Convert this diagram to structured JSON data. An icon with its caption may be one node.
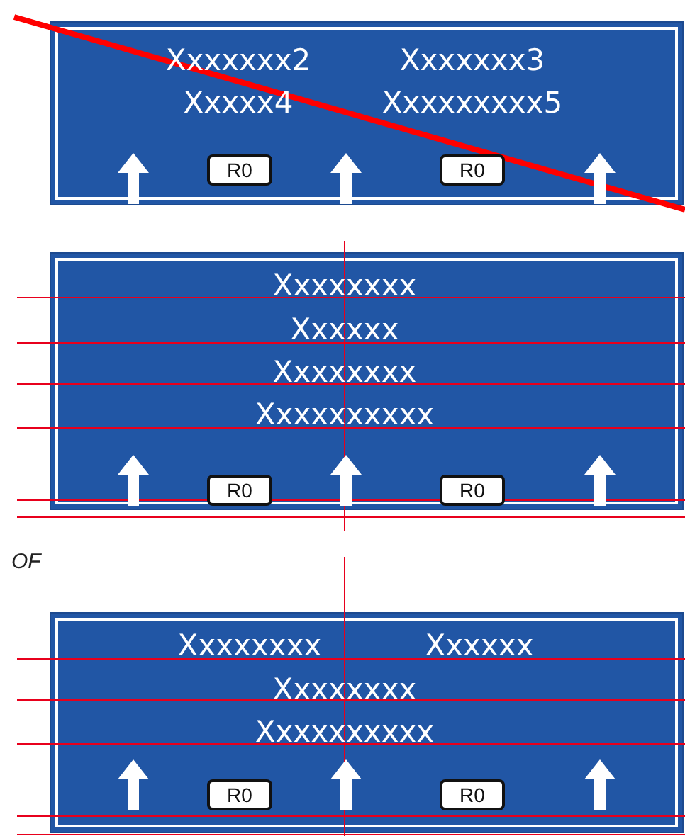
{
  "diagram": {
    "nodes": [
      {
        "text": [
          "Xxxxxxx2",
          "Xxxxxxx3",
          "Xxxxx4",
          "Xxxxxxxxx5"
        ]
      },
      {
        "text": [
          "R0"
        ],
        "in": 0
      },
      {
        "text": [
          "R0"
        ],
        "in": 0
      },
      {
        "text": [
          "Xxxxxxxx",
          "Xxxxxx",
          "Xxxxxxxx",
          "Xxxxxxxxxx"
        ]
      },
      {
        "text": [
          "R0"
        ],
        "in": 3
      },
      {
        "text": [
          "R0"
        ],
        "in": 3
      },
      {
        "text": [
          "Xxxxxxxx",
          "Xxxxxx",
          "Xxxxxxxx",
          "Xxxxxxxxxx"
        ]
      },
      {
        "text": [
          "R0"
        ],
        "in": 6
      },
      {
        "text": [
          "R0"
        ],
        "in": 6
      }
    ],
    "labels": [
      "OF"
    ]
  }
}
